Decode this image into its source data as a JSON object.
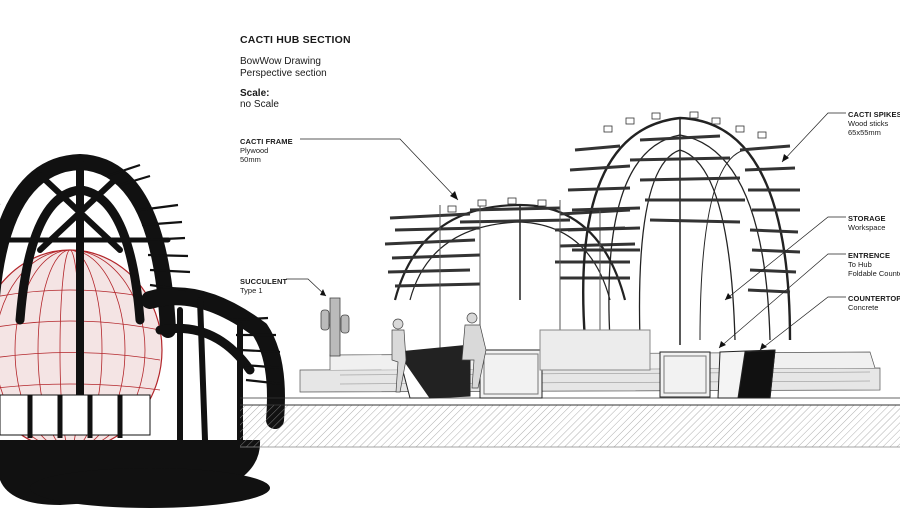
{
  "title_block": {
    "title": "CACTI HUB SECTION",
    "drawing_type": "BowWow Drawing",
    "view": "Perspective section",
    "scale_label": "Scale:",
    "scale_value": "no Scale"
  },
  "callouts": [
    {
      "id": "frame",
      "name": "CACTI FRAME",
      "line1": "Plywood",
      "line2": "50mm"
    },
    {
      "id": "succulent",
      "name": "SUCCULENT",
      "line1": "Type 1",
      "line2": ""
    },
    {
      "id": "spikes",
      "name": "CACTI SPIKES",
      "line1": "Wood sticks",
      "line2": "65x55mm"
    },
    {
      "id": "storage",
      "name": "STORAGE",
      "line1": "Workspace",
      "line2": ""
    },
    {
      "id": "entrence",
      "name": "ENTRENCE",
      "line1": "To Hub",
      "line2": "Foldable Counter"
    },
    {
      "id": "countertop",
      "name": "COUNTERTOP",
      "line1": "Concrete",
      "line2": ""
    }
  ],
  "colors": {
    "ink": "#1a1a1a",
    "accent_red": "#b3262b",
    "ground_hatch": "#9a9a9a"
  }
}
